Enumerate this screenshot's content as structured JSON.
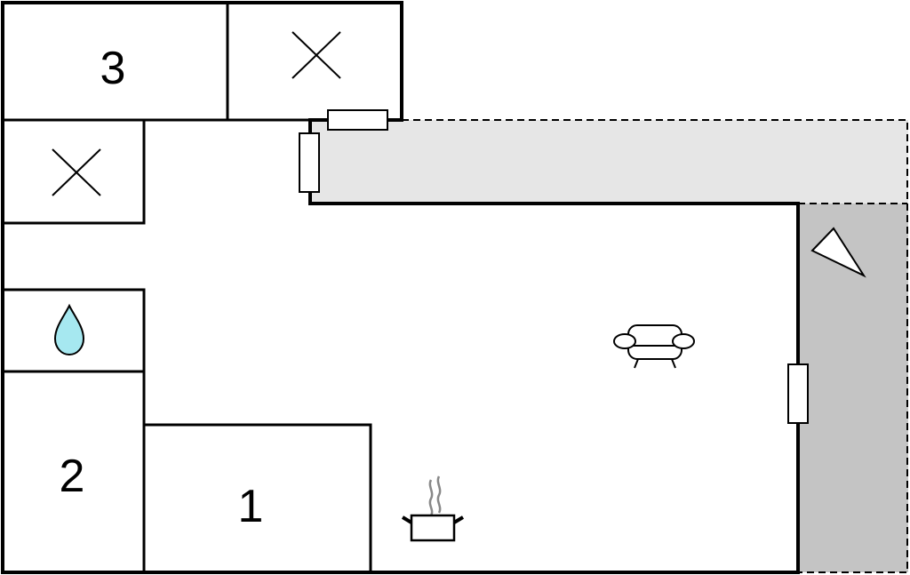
{
  "rooms": [
    {
      "id": "room-1",
      "label": "1"
    },
    {
      "id": "room-2",
      "label": "2"
    },
    {
      "id": "room-3",
      "label": "3"
    }
  ],
  "icons": {
    "storage_1": "cross-icon",
    "storage_2": "cross-icon",
    "bathroom": "water-drop-icon",
    "kitchen": "cooking-pot-icon",
    "living": "sofa-icon",
    "terrace": "compass-arrow-icon"
  },
  "colors": {
    "wall": "#000000",
    "floor": "#ffffff",
    "balcony": "#e6e6e6",
    "terrace": "#c4c4c4",
    "water": "#a6e8f0",
    "steam": "#888888"
  }
}
